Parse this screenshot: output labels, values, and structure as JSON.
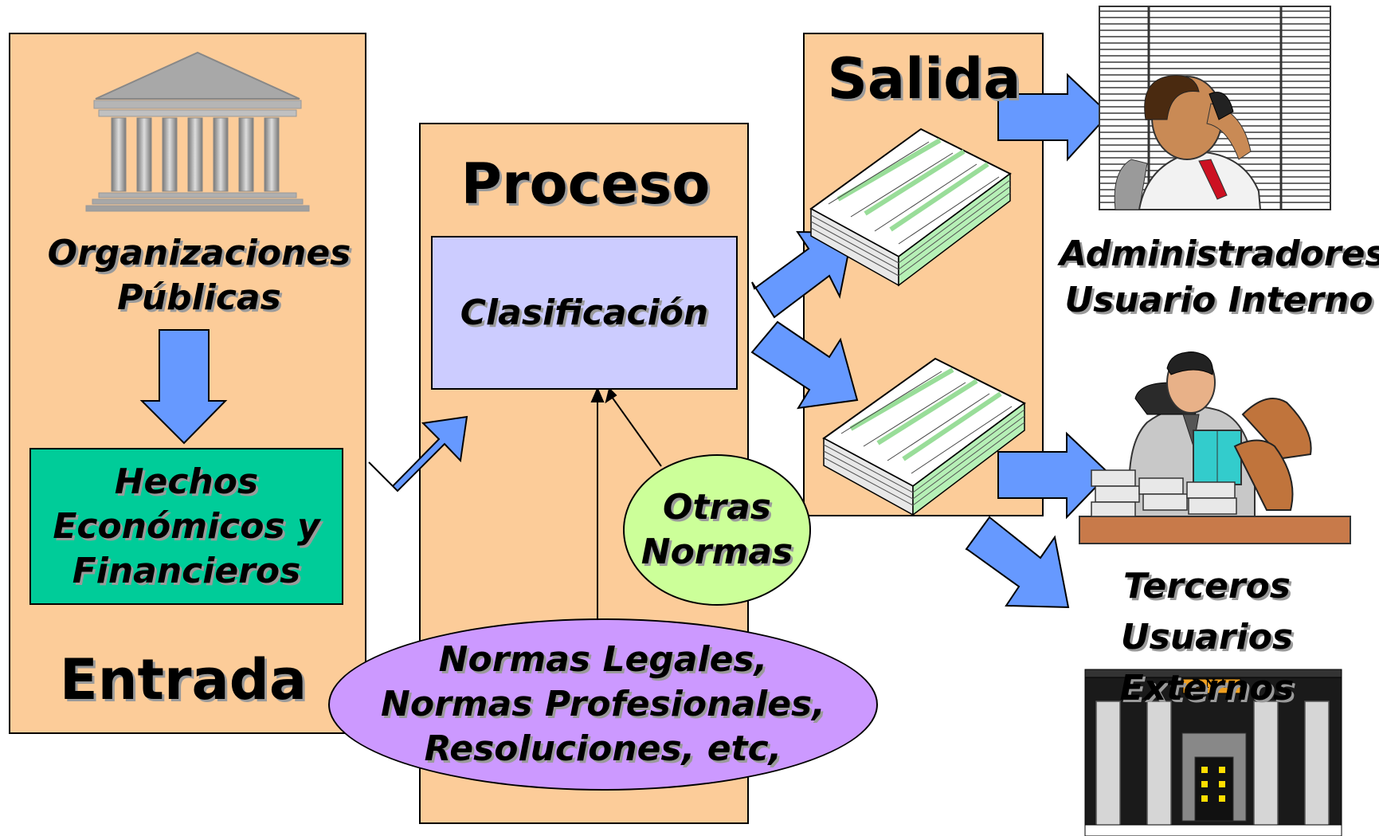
{
  "entrada": {
    "title": "Entrada",
    "source_line1": "Organizaciones",
    "source_line2": "Públicas",
    "facts_line1": "Hechos",
    "facts_line2": "Económicos y",
    "facts_line3": "Financieros"
  },
  "proceso": {
    "title": "Proceso",
    "step": "Clasificación"
  },
  "salida": {
    "title": "Salida"
  },
  "otras_normas": {
    "line1": "Otras",
    "line2": "Normas"
  },
  "normas_legales": {
    "line1": "Normas Legales,",
    "line2": "Normas Profesionales,",
    "line3": "Resoluciones, etc,"
  },
  "usuarios_internos": {
    "line1": "Administradores",
    "line2": "Usuario Interno"
  },
  "usuarios_externos": {
    "line1": "Terceros",
    "line2": "Usuarios Externos"
  },
  "bank_sign": "B.N.A.",
  "colors": {
    "panel": "#fccc99",
    "facts_box": "#00cc99",
    "classification_box": "#ccccff",
    "otras_normas": "#ccff99",
    "normas_legales": "#cc99ff",
    "arrow": "#6699ff"
  },
  "icons": {
    "source": "government-building-icon",
    "reports": "printed-reports-icon",
    "internal_user": "executive-on-phone-icon",
    "external_user": "businessman-with-money-icon",
    "bank": "bank-building-icon"
  }
}
